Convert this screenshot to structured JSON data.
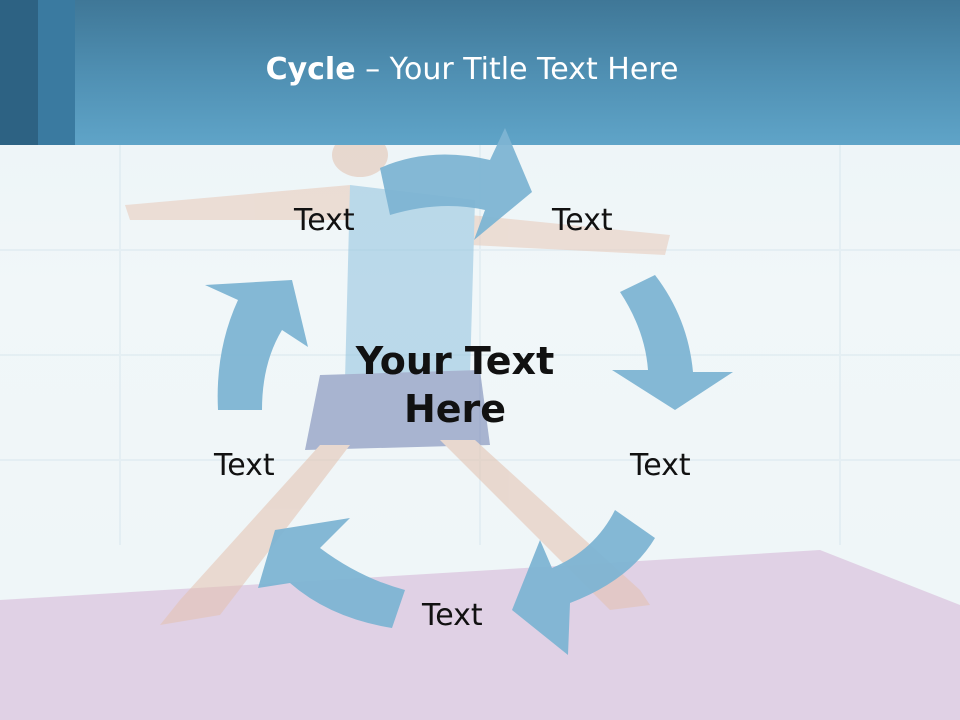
{
  "slide": {
    "title_bold": "Cycle",
    "title_rest": " – Your Title Text Here",
    "center_line1": "Your Text",
    "center_line2": "Here"
  },
  "labels": [
    "Text",
    "Text",
    "Text",
    "Text",
    "Text"
  ],
  "colors": {
    "header": "#4f8fb2",
    "header_dark": "#2d6283",
    "arrow": "#7db4d3",
    "background": "#eef5f7",
    "mat": "#d9c3de"
  }
}
